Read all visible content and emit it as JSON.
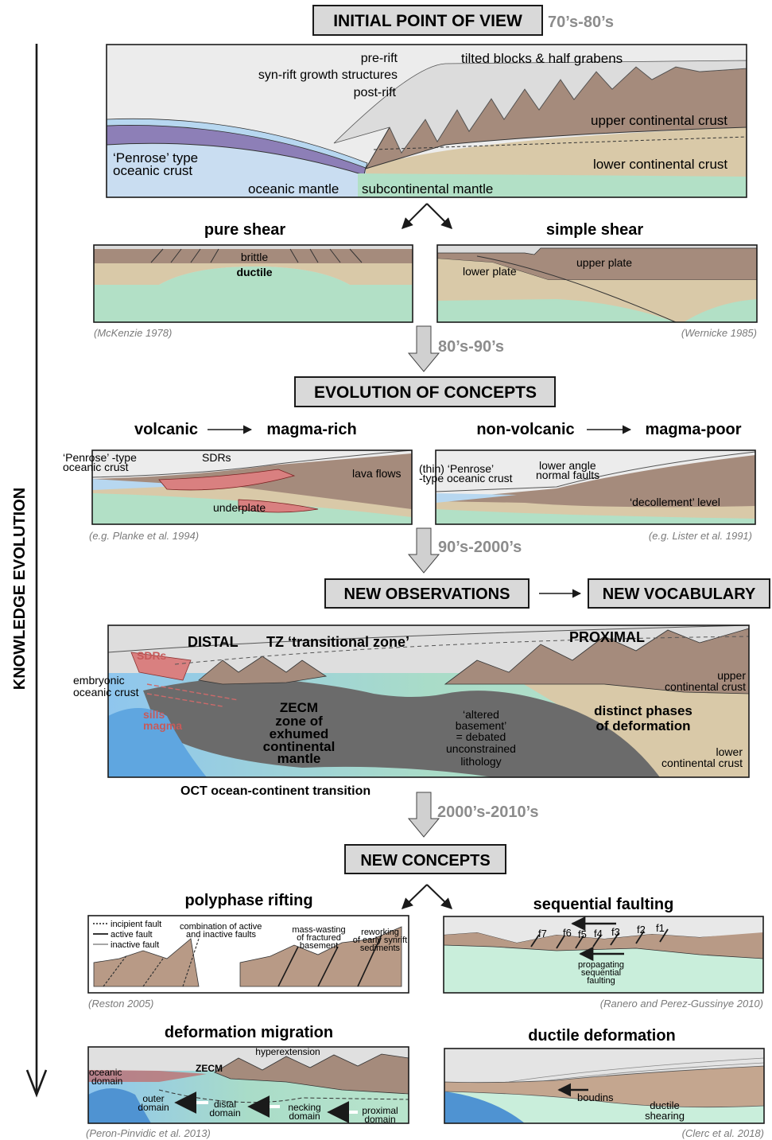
{
  "axis": {
    "label": "KNOWLEDGE EVOLUTION"
  },
  "stage1": {
    "title": "INITIAL POINT OF VIEW",
    "era": "70’s-80’s",
    "labels": {
      "pre_rift": "pre-rift",
      "tilted_blocks": "tilted blocks & half grabens",
      "syn_rift": "syn-rift growth structures",
      "post_rift": "post-rift",
      "upper_crust": "upper continental crust",
      "penrose_1": "‘Penrose’ type",
      "penrose_2": "oceanic crust",
      "lower_crust": "lower continental crust",
      "oceanic_mantle": "oceanic mantle",
      "subcontinental_mantle": "subcontinental mantle"
    }
  },
  "models": {
    "pure_shear": {
      "title": "pure shear",
      "brittle": "brittle",
      "ductile": "ductile",
      "cite": "(McKenzie 1978)"
    },
    "simple_shear": {
      "title": "simple shear",
      "upper_plate": "upper plate",
      "lower_plate": "lower plate",
      "cite": "(Wernicke 1985)"
    }
  },
  "era2": "80’s-90’s",
  "stage2": {
    "title": "EVOLUTION OF CONCEPTS",
    "volcanic": {
      "from": "volcanic",
      "to": "magma-rich",
      "penrose_1": "‘Penrose’ -type",
      "penrose_2": "oceanic crust",
      "sdrs": "SDRs",
      "lava_flows": "lava flows",
      "underplate": "underplate",
      "cite": "(e.g. Planke et al. 1994)"
    },
    "nonvolcanic": {
      "from": "non-volcanic",
      "to": "magma-poor",
      "thin_1": "(thin) ‘Penrose’",
      "thin_2": "-type oceanic crust",
      "lower_angle_1": "lower angle",
      "lower_angle_2": "normal faults",
      "decollement": "‘decollement’ level",
      "cite": "(e.g. Lister et al. 1991)"
    }
  },
  "era3": "90’s-2000’s",
  "stage3": {
    "title_left": "NEW OBSERVATIONS",
    "title_right": "NEW VOCABULARY",
    "labels": {
      "distal": "DISTAL",
      "tz": "TZ ‘transitional zone’",
      "proximal": "PROXIMAL",
      "sdrs": "SDRs",
      "embryonic_1": "embryonic",
      "embryonic_2": "oceanic crust",
      "sills": "sills",
      "magma": "magma",
      "zecm_1": "ZECM",
      "zecm_2": "zone of",
      "zecm_3": "exhumed",
      "zecm_4": "continental",
      "zecm_5": "mantle",
      "altered_1": "‘altered",
      "altered_2": "basement’",
      "altered_3": "= debated",
      "altered_4": "unconstrained",
      "altered_5": "lithology",
      "phases_1": "distinct phases",
      "phases_2": "of deformation",
      "upper_1": "upper",
      "upper_2": "continental crust",
      "lower_1": "lower",
      "lower_2": "continental crust",
      "oct": "OCT ocean-continent transition"
    }
  },
  "era4": "2000’s-2010’s",
  "stage4": {
    "title": "NEW CONCEPTS",
    "polyphase": {
      "title": "polyphase rifting",
      "incipient": "incipient fault",
      "active": "active fault",
      "inactive": "inactive fault",
      "combination_1": "combination of active",
      "combination_2": "and inactive faults",
      "mass_1": "mass-wasting",
      "mass_2": "of fractured",
      "mass_3": "basement",
      "rework_1": "reworking",
      "rework_2": "of early synrift",
      "rework_3": "sediments",
      "cite": "(Reston 2005)"
    },
    "sequential": {
      "title": "sequential faulting",
      "faults": [
        "f7",
        "f6",
        "f5",
        "f4",
        "f3",
        "f2",
        "f1"
      ],
      "prop_1": "propagating",
      "prop_2": "sequential",
      "prop_3": "faulting",
      "cite": "(Ranero and Perez-Gussinye 2010)"
    },
    "migration": {
      "title": "deformation migration",
      "hyper": "hyperextension",
      "zecm": "ZECM",
      "oceanic_1": "oceanic",
      "oceanic_2": "domain",
      "outer_1": "outer",
      "outer_2": "domain",
      "distal_1": "distal",
      "distal_2": "domain",
      "necking_1": "necking",
      "necking_2": "domain",
      "proximal_1": "proximal",
      "proximal_2": "domain",
      "cite": "(Peron-Pinvidic et al. 2013)"
    },
    "ductile": {
      "title": "ductile deformation",
      "boudins": "boudins",
      "shear_1": "ductile",
      "shear_2": "shearing",
      "cite": "(Clerc et al. 2018)"
    }
  },
  "colors": {
    "box_fill": "#d9d9d9",
    "era_gray": "#8c8c8c",
    "upper_crust": "#a58b7c",
    "lower_crust": "#d9c9a8",
    "mantle": "#a8dcbf",
    "ocean": "#9cc7ea",
    "sediment": "#dcdcdc",
    "magma": "#cc6a6a",
    "zecm": "#6b6b6b"
  }
}
